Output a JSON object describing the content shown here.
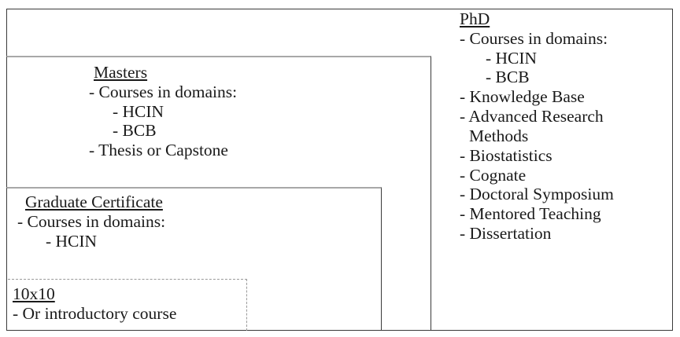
{
  "diagram": {
    "type": "nested-program-tiers",
    "border_color": "#3a3a3a",
    "inner_top_border_color": "#a8a8a8",
    "dashed_border_color": "#9a9a9a",
    "background": "#ffffff",
    "text_color": "#1a1a1a"
  },
  "masters": {
    "title": "Masters",
    "lines": [
      "- Courses in domains:",
      "- HCIN",
      "- BCB",
      "- Thesis or Capstone"
    ]
  },
  "certificate": {
    "title": "Graduate Certificate",
    "lines": [
      "- Courses in domains:",
      "- HCIN"
    ]
  },
  "tenbyten": {
    "title": "10x10",
    "lines": [
      "- Or introductory course"
    ]
  },
  "phd": {
    "title": "PhD",
    "lines": [
      "- Courses in domains:",
      "- HCIN",
      "- BCB",
      "- Knowledge Base",
      "- Advanced Research",
      "Methods",
      "- Biostatistics",
      "- Cognate",
      "- Doctoral Symposium",
      "- Mentored Teaching",
      "- Dissertation"
    ]
  }
}
